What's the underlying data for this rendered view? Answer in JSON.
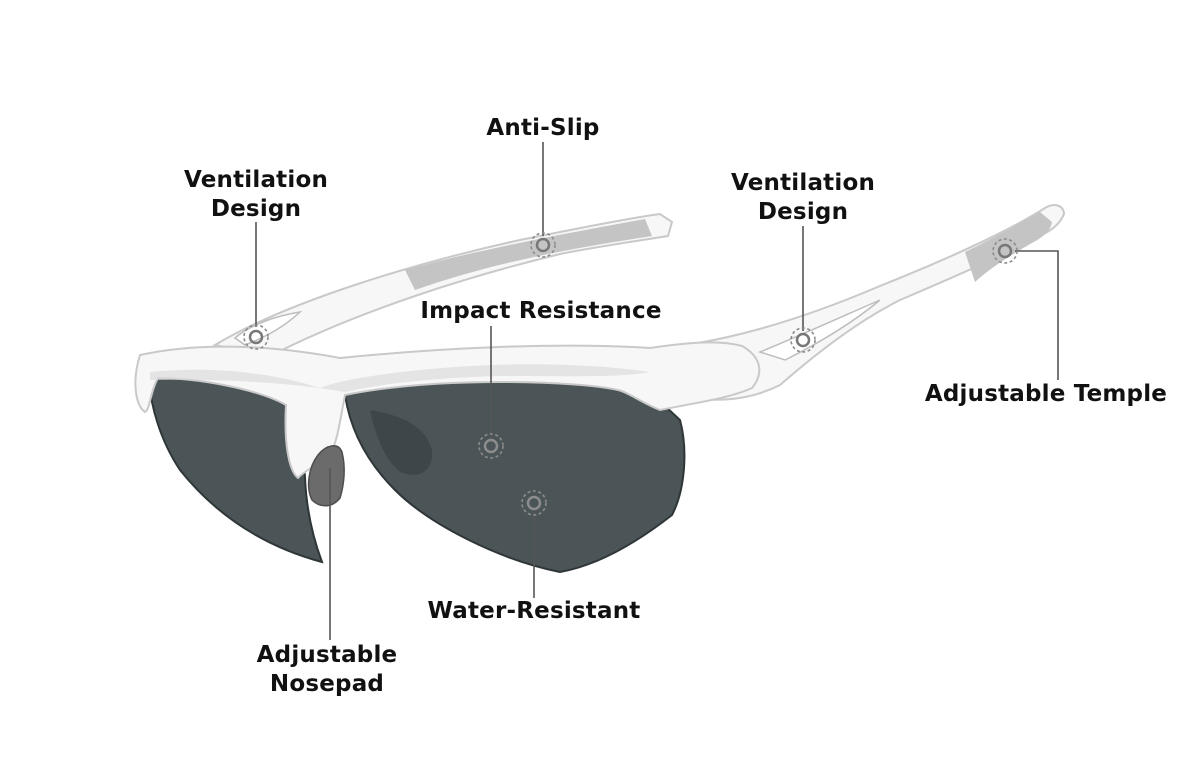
{
  "colors": {
    "frame": "#f7f7f7",
    "frame_outline": "#c9c9c9",
    "frame_shadow": "#dcdcdc",
    "lens": "#4b5558",
    "lens_dark": "#2f3638",
    "grip": "#c4c4c4",
    "nosepad": "#6b6b6b",
    "leader_line": "#555555",
    "marker": "#8c8c8c"
  },
  "features": [
    {
      "id": "anti-slip",
      "lines": [
        "Anti-Slip"
      ]
    },
    {
      "id": "ventilation-left",
      "lines": [
        "Ventilation",
        "Design"
      ]
    },
    {
      "id": "ventilation-right",
      "lines": [
        "Ventilation",
        "Design"
      ]
    },
    {
      "id": "impact",
      "lines": [
        "Impact Resistance"
      ]
    },
    {
      "id": "temple",
      "lines": [
        "Adjustable Temple"
      ]
    },
    {
      "id": "water",
      "lines": [
        "Water-Resistant"
      ]
    },
    {
      "id": "nosepad",
      "lines": [
        "Adjustable",
        "Nosepad"
      ]
    }
  ]
}
